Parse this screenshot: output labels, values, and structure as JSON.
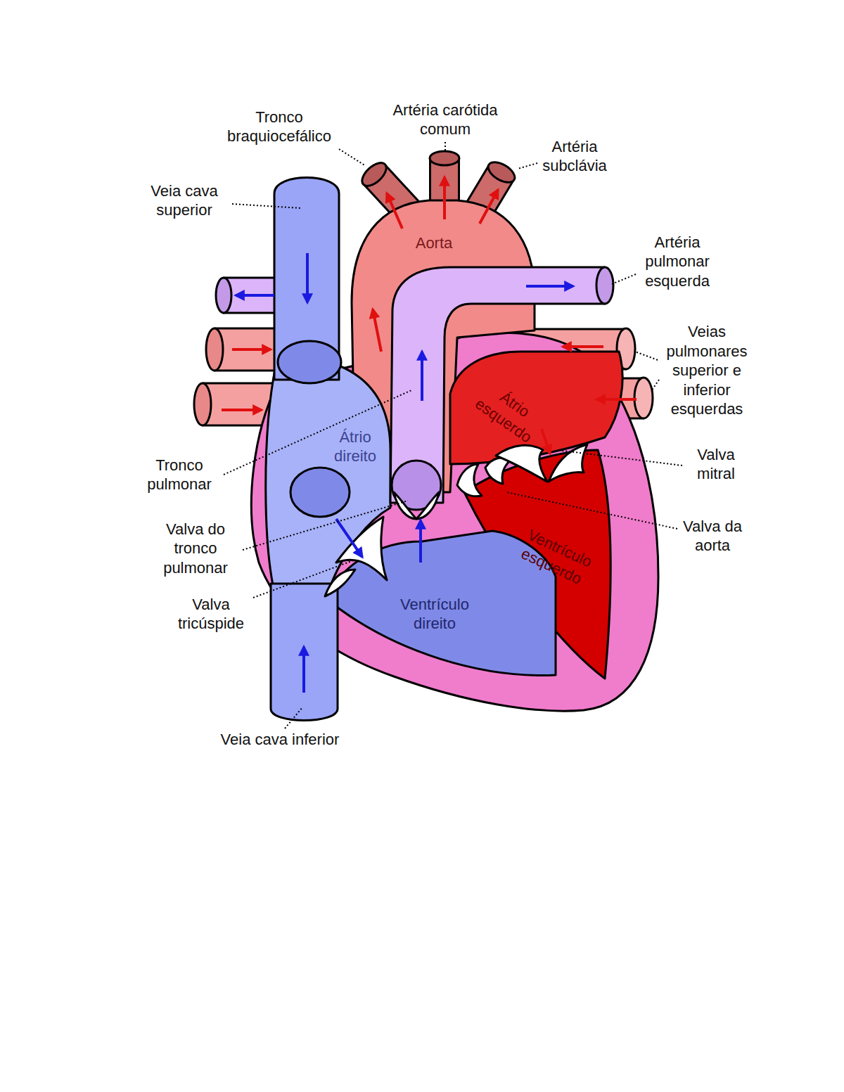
{
  "diagram": {
    "labels": [
      "Tronco braquiocefálico",
      "Artéria carótida comum",
      "Artéria subclávia",
      "Veia cava superior",
      "Aorta",
      "Artéria pulmonar esquerda",
      "Veias pulmonares superior e inferior esquerdas",
      "Átrio esquerdo",
      "Átrio direito",
      "Valva mitral",
      "Tronco pulmonar",
      "Valva do tronco pulmonar",
      "Valva da aorta",
      "Ventrículo esquerdo",
      "Valva tricúspide",
      "Ventrículo direito",
      "Veia cava inferior"
    ]
  }
}
